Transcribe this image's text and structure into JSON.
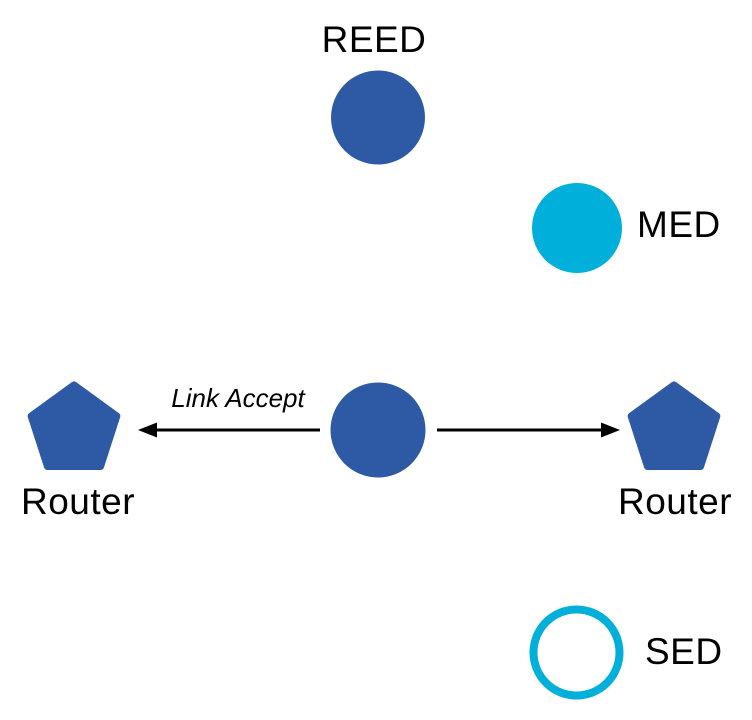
{
  "diagram": {
    "title_hint": "network-topology",
    "colors": {
      "node_blue": "#2e5aa5",
      "node_cyan": "#00b0db",
      "arrow_black": "#000000",
      "label_black": "#000000",
      "background": "#ffffff",
      "sed_fill": "#ffffff"
    },
    "nodes": {
      "reed": {
        "label": "REED",
        "shape": "filled-circle",
        "color": "#2e5aa5"
      },
      "med": {
        "label": "MED",
        "shape": "filled-circle",
        "color": "#00b0db"
      },
      "center": {
        "label": "",
        "shape": "filled-circle",
        "color": "#2e5aa5"
      },
      "router_left": {
        "label": "Router",
        "shape": "pentagon",
        "color": "#2e5aa5"
      },
      "router_right": {
        "label": "Router",
        "shape": "pentagon",
        "color": "#2e5aa5"
      },
      "sed": {
        "label": "SED",
        "shape": "outlined-circle",
        "color": "#00b0db"
      }
    },
    "edges": {
      "left_arrow": {
        "label": "Link Accept",
        "direction": "center-to-router-left"
      },
      "right_arrow": {
        "label": "",
        "direction": "center-to-router-right"
      }
    }
  }
}
